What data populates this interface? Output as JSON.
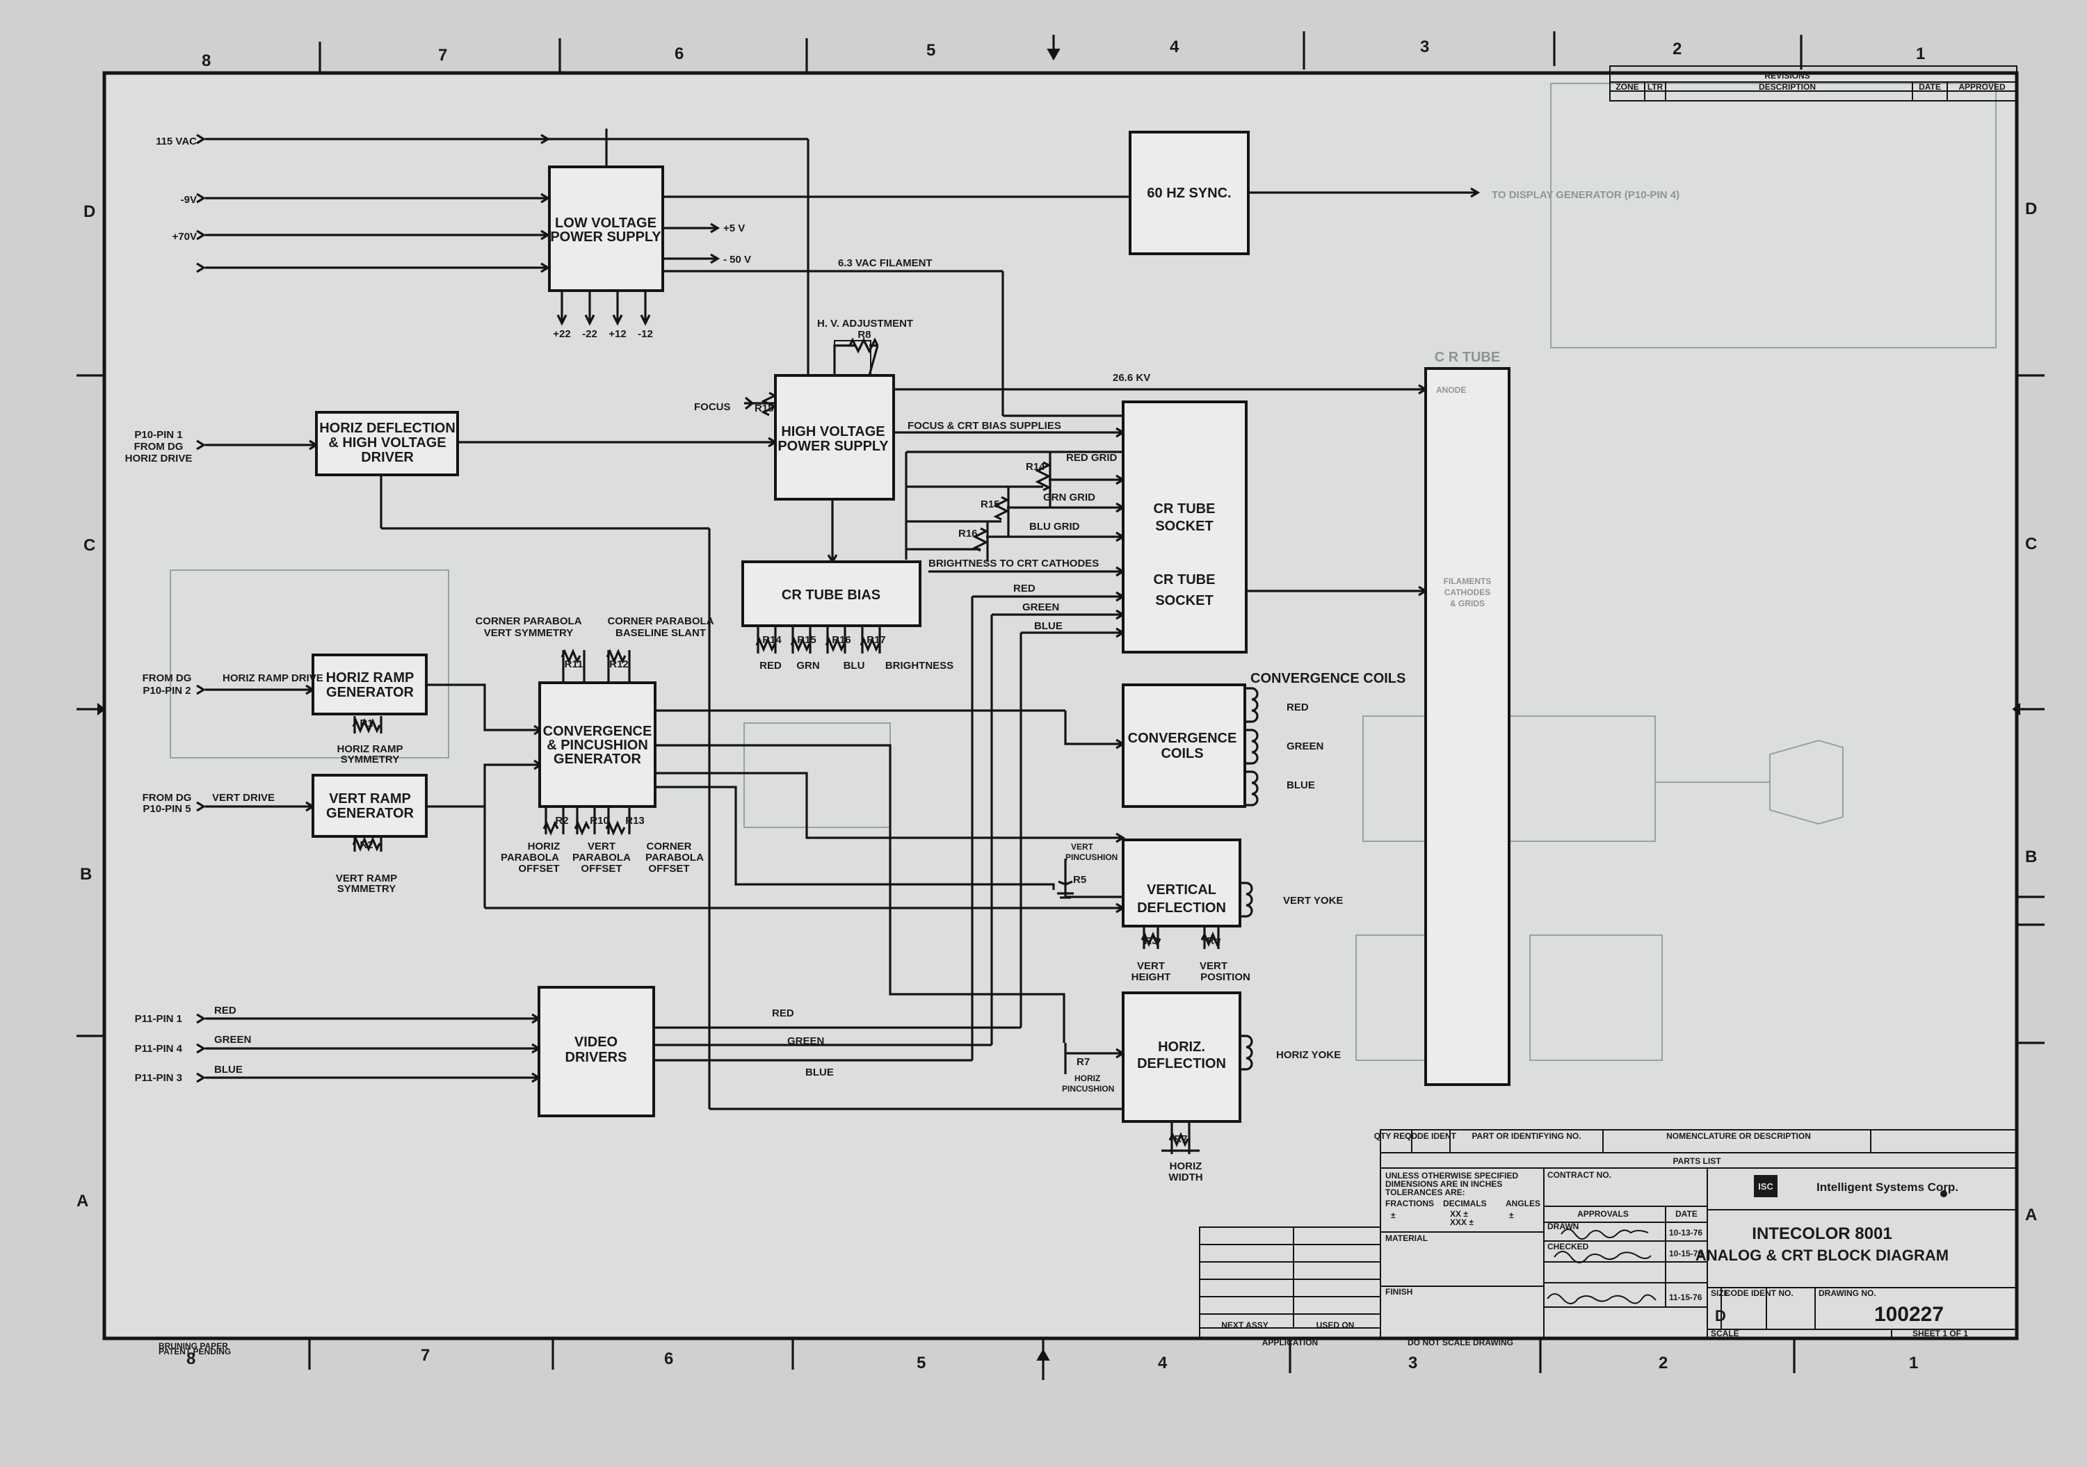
{
  "zones": {
    "top": [
      "8",
      "7",
      "6",
      "5",
      "4",
      "3",
      "2",
      "1"
    ],
    "bottom": [
      "8",
      "7",
      "6",
      "5",
      "4",
      "3",
      "2",
      "1"
    ],
    "rows": [
      "D",
      "C",
      "B",
      "A"
    ]
  },
  "inputs": {
    "vac115": "115 VAC",
    "neg9v": "-9V",
    "pos70v": "+70V",
    "p10pin1": [
      "P10-PIN 1",
      "FROM DG",
      "HORIZ DRIVE"
    ],
    "dg_pin2": [
      "FROM DG",
      "P10-PIN 2"
    ],
    "horiz_ramp_drive": "HORIZ RAMP DRIVE",
    "dg_pin5": [
      "FROM DG",
      "P10-PIN 5"
    ],
    "vert_drive": "VERT DRIVE",
    "p11_pin1": "P11-PIN 1",
    "p11_pin4": "P11-PIN 4",
    "p11_pin3": "P11-PIN 3",
    "red": "RED",
    "green": "GREEN",
    "blue": "BLUE"
  },
  "blocks": {
    "lvps": [
      "LOW VOLTAGE",
      "POWER SUPPLY"
    ],
    "sync": "60 HZ SYNC.",
    "hvps": [
      "HIGH VOLTAGE",
      "POWER SUPPLY"
    ],
    "horiz_defl_driver": [
      "HORIZ DEFLECTION",
      "& HIGH VOLTAGE",
      "DRIVER"
    ],
    "crt_bias": "CR TUBE BIAS",
    "crt_socket": [
      "CR TUBE",
      "SOCKET",
      "CR TUBE",
      "SOCKET"
    ],
    "crt_tube": "C R TUBE",
    "horiz_ramp": [
      "HORIZ RAMP",
      "GENERATOR"
    ],
    "vert_ramp": [
      "VERT RAMP",
      "GENERATOR"
    ],
    "convergence_gen": [
      "CONVERGENCE",
      "& PINCUSHION",
      "GENERATOR"
    ],
    "convergence_coils": [
      "CONVERGENCE",
      "COILS"
    ],
    "vertical_deflection": [
      "VERTICAL",
      "DEFLECTION"
    ],
    "video_drivers": [
      "VIDEO",
      "DRIVERS"
    ],
    "horiz_deflection": [
      "HORIZ.",
      "DEFLECTION"
    ]
  },
  "labels": {
    "v5": "+5 V",
    "v50": "- 50 V",
    "rails": [
      "+22",
      "-22",
      "+12",
      "-12"
    ],
    "filament": "6.3 VAC FILAMENT",
    "to_display": "TO DISPLAY GENERATOR (P10-PIN 4)",
    "hv_adjust": "H. V. ADJUSTMENT",
    "r8": "R8",
    "focus": "FOCUS",
    "r18": "R18",
    "kv": "26.6 KV",
    "anode": "ANODE",
    "focus_bias": "FOCUS & CRT BIAS SUPPLIES",
    "r14": "R14",
    "red_grid": "RED GRID",
    "r15": "R15",
    "grn_grid": "GRN GRID",
    "r16": "R16",
    "blu_grid": "BLU GRID",
    "brightness_cathodes": "BRIGHTNESS TO CRT CATHODES",
    "filaments": [
      "FILAMENTS",
      "CATHODES",
      "& GRIDS"
    ],
    "bias_pots": [
      "R14",
      "R15",
      "R16",
      "R17"
    ],
    "bias_pot_names": [
      "RED",
      "GRN",
      "BLU",
      "BRIGHTNESS"
    ],
    "corner_vert": [
      "CORNER PARABOLA",
      "VERT SYMMETRY"
    ],
    "corner_baseline": [
      "CORNER PARABOLA",
      "BASELINE SLANT"
    ],
    "r11": "R11",
    "r12": "R12",
    "r1": "R1",
    "horiz_ramp_sym": [
      "HORIZ RAMP",
      "SYMMETRY"
    ],
    "r2": "R2",
    "vert_ramp_sym": [
      "VERT RAMP",
      "SYMMETRY"
    ],
    "conv_pots": [
      "R2",
      "R10",
      "R13"
    ],
    "horiz_parabola": [
      "HORIZ",
      "PARABOLA",
      "OFFSET"
    ],
    "vert_parabola": [
      "VERT",
      "PARABOLA",
      "OFFSET"
    ],
    "corner_parabola": [
      "CORNER",
      "PARABOLA",
      "OFFSET"
    ],
    "conv_coils": "CONVERGENCE COILS",
    "vert_pincushion": [
      "VERT",
      "PINCUSHION"
    ],
    "r5": "R5",
    "vert_yoke": "VERT YOKE",
    "r3": "R3",
    "vert_height": [
      "VERT",
      "HEIGHT"
    ],
    "r4": "R4",
    "vert_position": [
      "VERT",
      "POSITION"
    ],
    "r7": "R7",
    "horiz_pincushion": [
      "HORIZ",
      "PINCUSHION"
    ],
    "horiz_yoke": "HORIZ YOKE",
    "horiz_width": [
      "HORIZ",
      "WIDTH"
    ]
  },
  "title_block": {
    "revisions": "REVISIONS",
    "rev_cols": [
      "ZONE",
      "LTR",
      "DESCRIPTION",
      "DATE",
      "APPROVED"
    ],
    "parts_cols": [
      "QTY REQD",
      "CODE IDENT",
      "PART OR IDENTIFYING NO.",
      "NOMENCLATURE OR DESCRIPTION"
    ],
    "parts_list": "PARTS LIST",
    "unless": [
      "UNLESS OTHERWISE SPECIFIED",
      "DIMENSIONS ARE IN INCHES",
      "TOLERANCES ARE:"
    ],
    "fractions": "FRACTIONS",
    "decimals": "DECIMALS",
    "angles": "ANGLES",
    "tol_vals": [
      "±",
      "XX ±",
      "XXX ±",
      "±"
    ],
    "material": "MATERIAL",
    "finish": "FINISH",
    "contract_no": "CONTRACT NO.",
    "approvals": "APPROVALS",
    "date": "DATE",
    "drawn": "DRAWN",
    "checked": "CHECKED",
    "dates": [
      "10-13-76",
      "10-15-76",
      "11-15-76"
    ],
    "company": "Intelligent Systems Corp.",
    "logo": "ISC",
    "title1": "INTECOLOR 8001",
    "title2": "ANALOG & CRT BLOCK DIAGRAM",
    "size": "SIZE",
    "size_val": "D",
    "code_ident": "CODE IDENT NO.",
    "drawing_no": "DRAWING NO.",
    "drawing_val": "100227",
    "scale": "SCALE",
    "sheet": "SHEET 1 OF 1",
    "next_assy": "NEXT ASSY",
    "used_on": "USED ON",
    "application": "APPLICATION",
    "do_not_scale": "DO NOT SCALE DRAWING",
    "printer": [
      "BRUNING PAPER",
      "PATENT PENDING"
    ]
  }
}
